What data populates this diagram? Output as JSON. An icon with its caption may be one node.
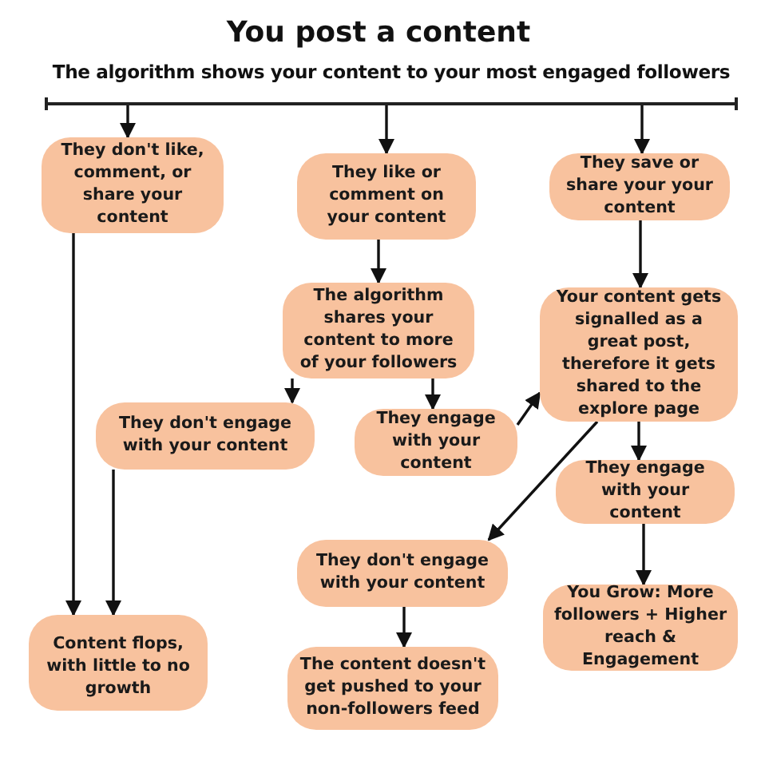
{
  "diagram": {
    "title": "You post a content",
    "nodes": [
      {
        "text": [
          "The algorithm shows your content to your most engaged followers"
        ]
      },
      {
        "text": [
          "They don't like, comment, or share your content"
        ]
      },
      {
        "text": [
          "They like or comment on your content"
        ]
      },
      {
        "text": [
          "They save or share your your content"
        ]
      },
      {
        "text": [
          "The algorithm shares your content to more of your followers"
        ]
      },
      {
        "text": [
          "Your content gets signalled as a great post, therefore it gets shared to the explore page"
        ]
      },
      {
        "text": [
          "They don't engage with your content"
        ]
      },
      {
        "text": [
          "They engage with your content"
        ]
      },
      {
        "text": [
          "They engage with your content"
        ]
      },
      {
        "text": [
          "They don't engage with your content"
        ]
      },
      {
        "text": [
          "You Grow: More followers + Higher reach & Engagement"
        ]
      },
      {
        "text": [
          "Content flops, with little to no growth"
        ]
      },
      {
        "text": [
          "The content doesn't get pushed to your non-followers feed"
        ]
      }
    ],
    "edges": [
      {
        "from": 0,
        "to": 1,
        "arrow": "to"
      },
      {
        "from": 0,
        "to": 2,
        "arrow": "to"
      },
      {
        "from": 0,
        "to": 3,
        "arrow": "to"
      },
      {
        "from": 1,
        "to": 11,
        "arrow": "to"
      },
      {
        "from": 2,
        "to": 4,
        "arrow": "to"
      },
      {
        "from": 3,
        "to": 5,
        "arrow": "to"
      },
      {
        "from": 4,
        "to": 6,
        "arrow": "to"
      },
      {
        "from": 4,
        "to": 7,
        "arrow": "to"
      },
      {
        "from": 6,
        "to": 11,
        "arrow": "to"
      },
      {
        "from": 7,
        "to": 5,
        "arrow": "to"
      },
      {
        "from": 5,
        "to": 8,
        "arrow": "to"
      },
      {
        "from": 5,
        "to": 9,
        "arrow": "to"
      },
      {
        "from": 8,
        "to": 10,
        "arrow": "to"
      },
      {
        "from": 9,
        "to": 12,
        "arrow": "to"
      }
    ]
  }
}
